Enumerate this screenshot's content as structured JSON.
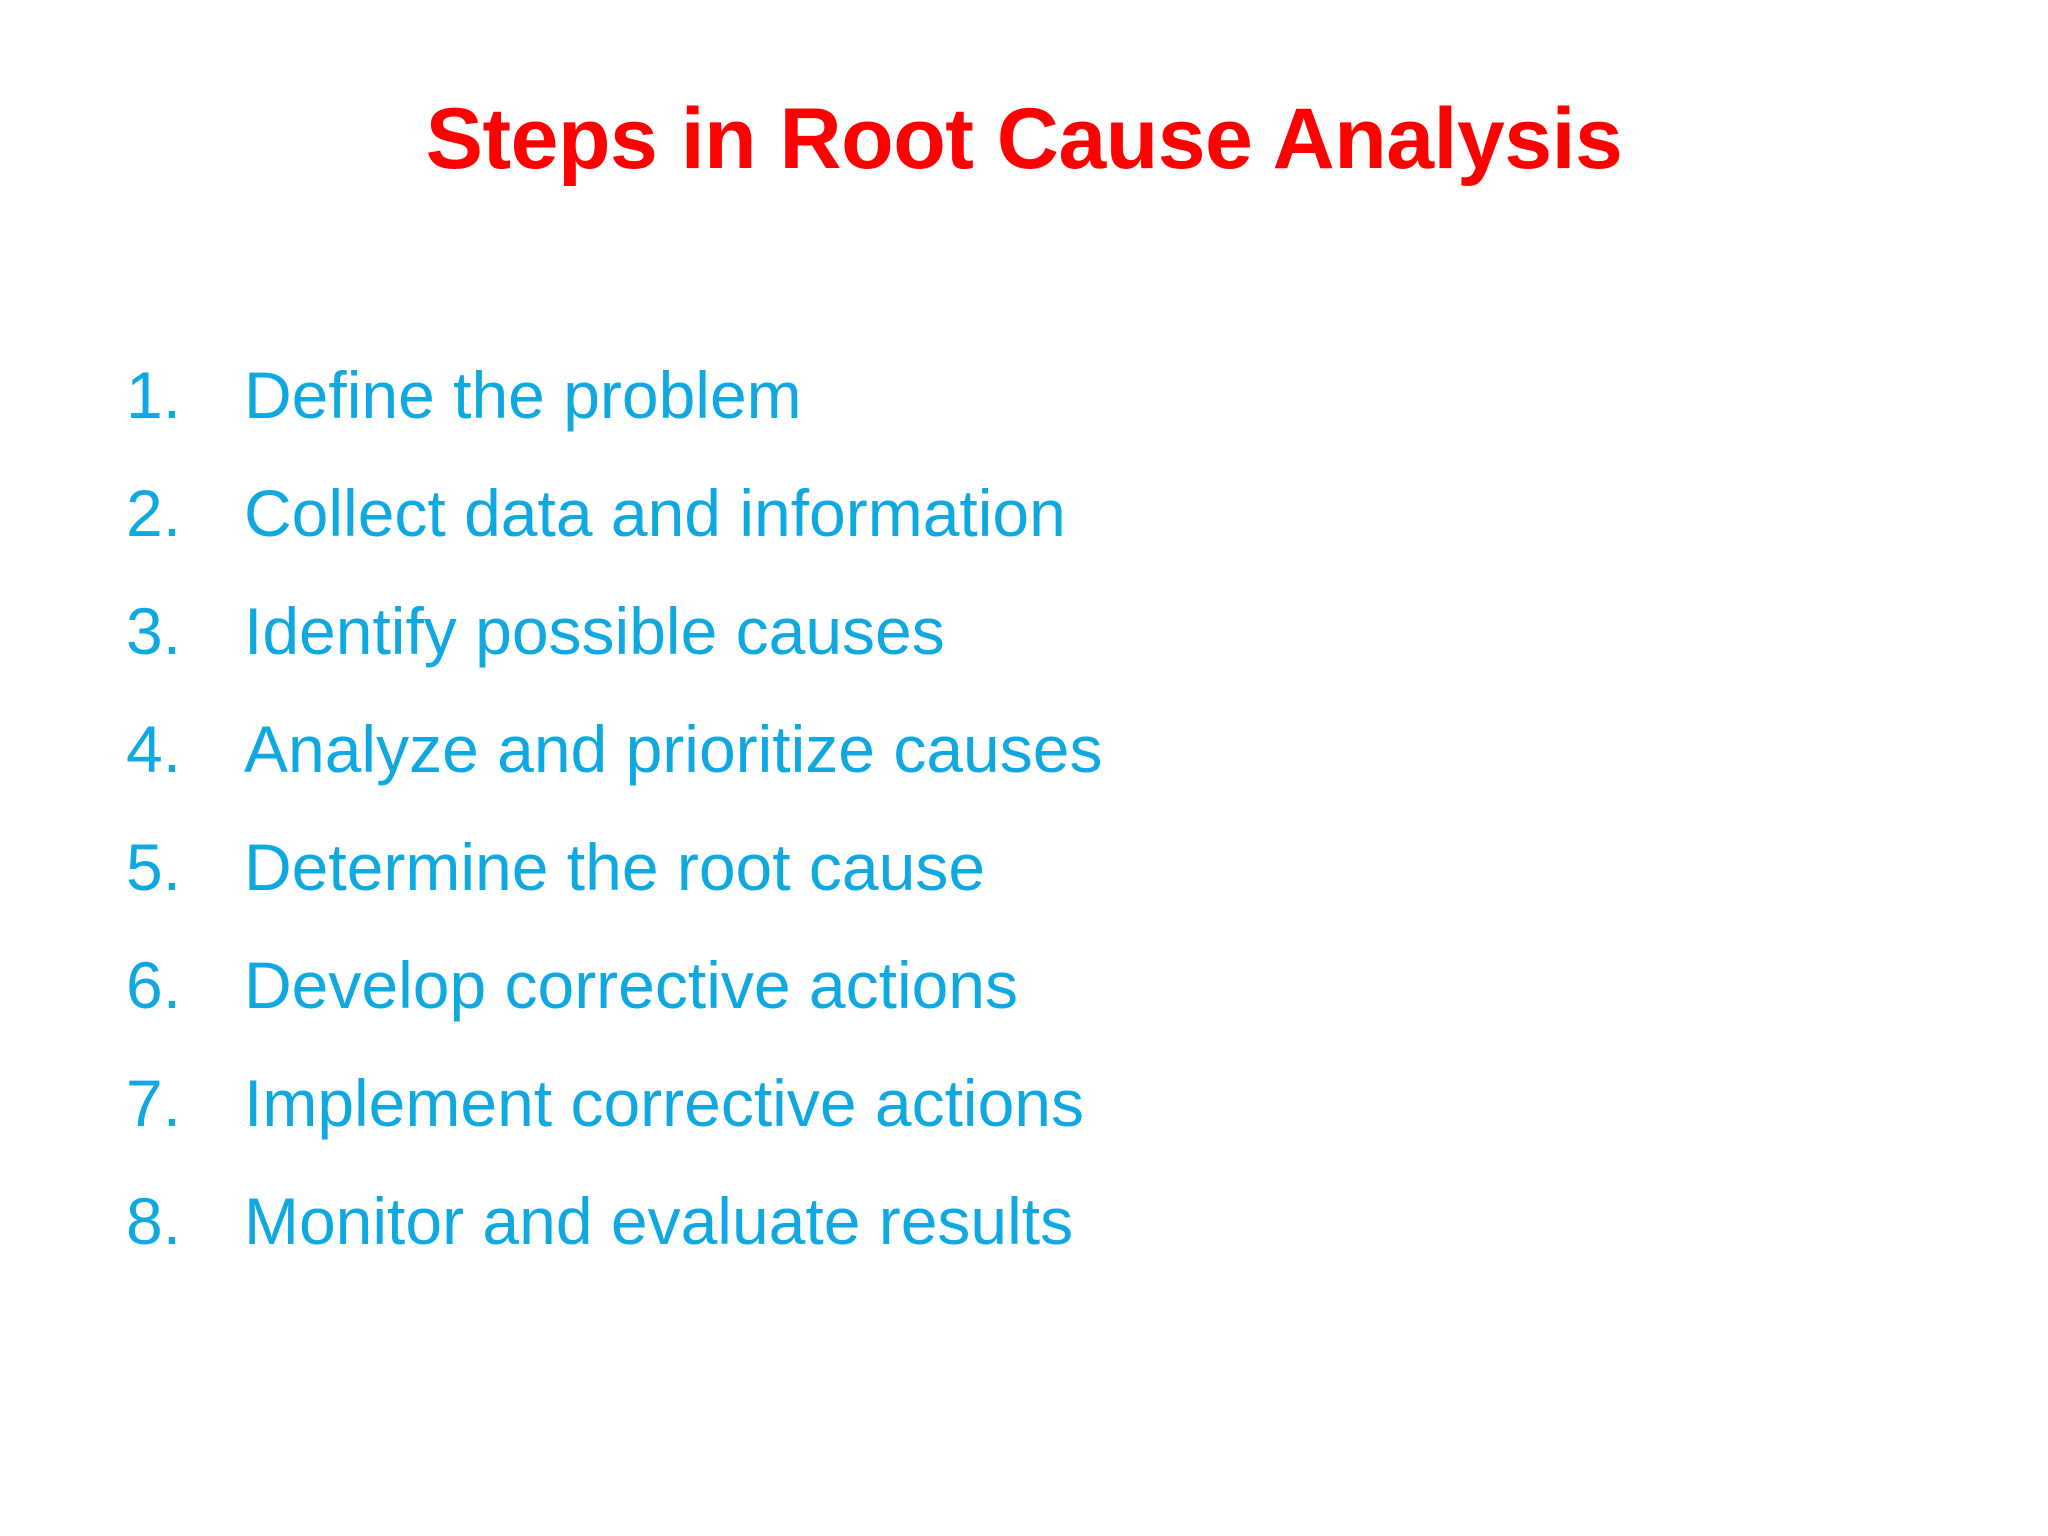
{
  "slide": {
    "title": "Steps in Root Cause Analysis",
    "background_color": "#FFFFFF",
    "title_color": "#FF0000",
    "list_color": "#0FA8E0",
    "steps": [
      {
        "number": "1.",
        "label": "Define the problem"
      },
      {
        "number": "2.",
        "label": "Collect data and information"
      },
      {
        "number": "3.",
        "label": "Identify possible causes"
      },
      {
        "number": "4.",
        "label": "Analyze and prioritize causes"
      },
      {
        "number": "5.",
        "label": "Determine the root cause"
      },
      {
        "number": "6.",
        "label": "Develop corrective actions"
      },
      {
        "number": "7.",
        "label": "Implement corrective actions"
      },
      {
        "number": "8.",
        "label": "Monitor and evaluate results"
      }
    ]
  }
}
